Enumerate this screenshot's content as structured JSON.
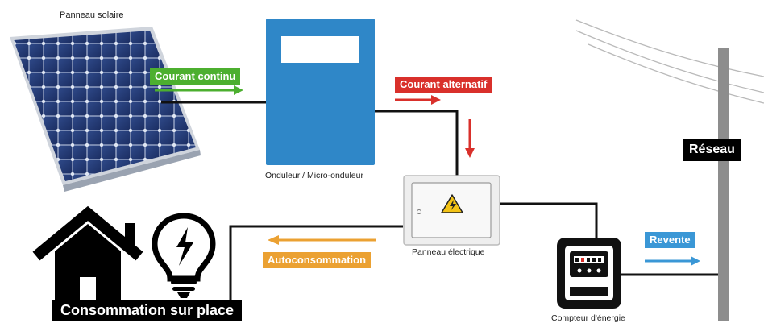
{
  "labels": {
    "solar_panel": "Panneau solaire",
    "inverter": "Onduleur / Micro-onduleur",
    "electrical_panel": "Panneau électrique",
    "energy_meter": "Compteur d'énergie",
    "grid": "Réseau",
    "on_site_consumption": "Consommation sur place"
  },
  "flows": {
    "dc": "Courant continu",
    "ac": "Courant alternatif",
    "self_consumption": "Autoconsommation",
    "resale": "Revente"
  },
  "colors": {
    "dc": "#4caf2f",
    "ac": "#d9302b",
    "self_consumption": "#eba132",
    "resale": "#3a97d6",
    "inverter": "#2f87c8"
  }
}
